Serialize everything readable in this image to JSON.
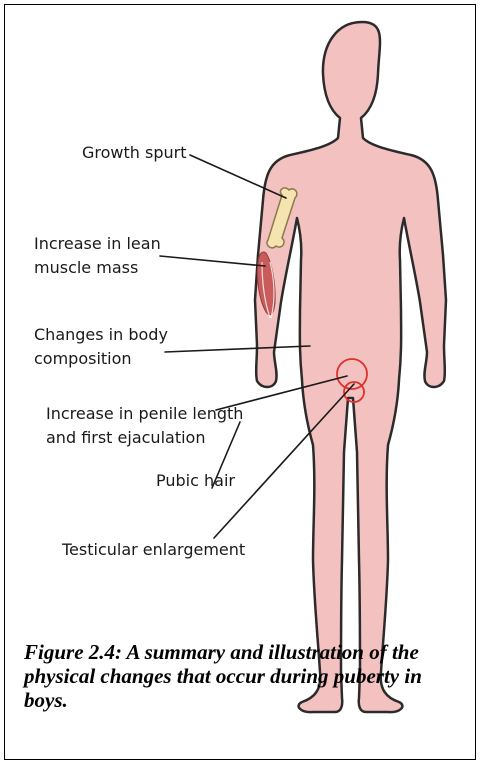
{
  "labels": {
    "growth_spurt": "Growth spurt",
    "lean_muscle_1": "Increase in lean",
    "lean_muscle_2": "muscle mass",
    "body_comp_1": "Changes in body",
    "body_comp_2": "composition",
    "penile_1": "Increase in penile length",
    "penile_2": "and first ejaculation",
    "pubic_hair": "Pubic hair",
    "testicular": "Testicular enlargement"
  },
  "caption": "Figure 2.4: A summary and illustration of the physical changes that occur during puberty in boys.",
  "colors": {
    "skin": "#f4c1c1",
    "outline": "#2b2b2b",
    "bone": "#f6e4b0",
    "muscle": "#c95b5b",
    "highlight_circle": "#e0302a"
  }
}
